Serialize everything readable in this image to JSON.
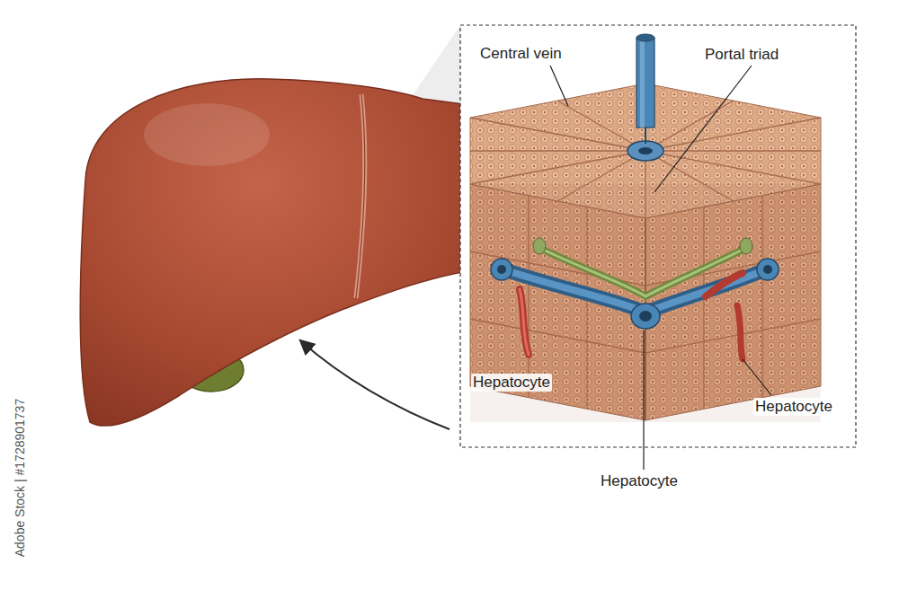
{
  "diagram": {
    "labels": [
      "Central vein",
      "Portal triad",
      "Hepatocyte",
      "Hepatocyte",
      "Hepatocyte",
      "Adobe Stock | #1728901737"
    ]
  }
}
